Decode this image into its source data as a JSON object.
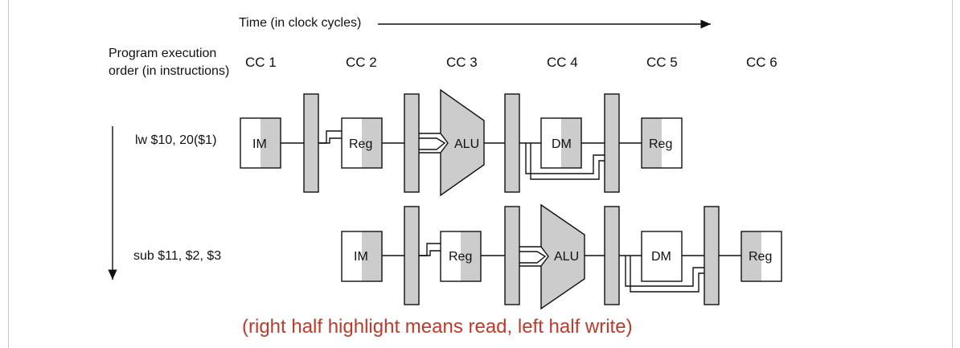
{
  "time_axis": {
    "label": "Time (in clock cycles)"
  },
  "cycles": [
    "CC 1",
    "CC 2",
    "CC 3",
    "CC 4",
    "CC 5",
    "CC 6"
  ],
  "order_axis": {
    "label": "Program execution order (in instructions)"
  },
  "instructions": [
    {
      "text": "lw $10, 20($1)",
      "stages": [
        "IM",
        "Reg",
        "ALU",
        "DM",
        "Reg"
      ]
    },
    {
      "text": "sub $11, $2, $3",
      "stages": [
        "IM",
        "Reg",
        "ALU",
        "DM",
        "Reg"
      ]
    }
  ],
  "note": "(right half highlight means read, left half write)",
  "colors": {
    "shade": "#cccccc",
    "stroke": "#111111",
    "note": "#c0392b"
  }
}
